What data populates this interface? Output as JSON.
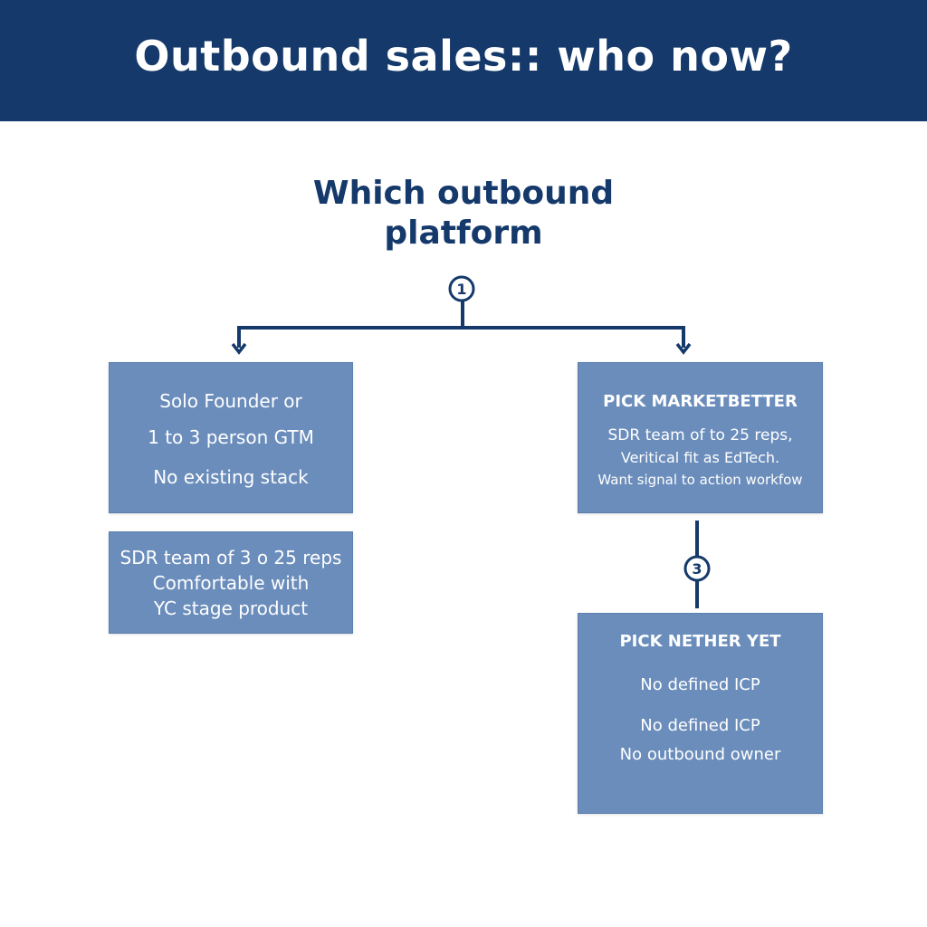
{
  "banner": {
    "title": "Outbound sales:: who now?"
  },
  "question": {
    "line1": "Which outbound",
    "line2": "platform"
  },
  "steps": {
    "first": "1",
    "second": "3"
  },
  "boxes": {
    "solo": {
      "lines": [
        "Solo Founder or",
        "1 to 3 person GTM",
        "No existing stack"
      ]
    },
    "sdr_small": {
      "lines": [
        "SDR team of 3 o 25 reps",
        "Comfortable with",
        "YC stage product"
      ]
    },
    "marketbetter": {
      "lines": [
        "PICK MARKETBETTER",
        "SDR team of to 25 reps,",
        "Veritical fit as EdTech.",
        "Want signal to action workfow"
      ]
    },
    "neither": {
      "lines": [
        "PICK NETHER YET",
        "No defined ICP",
        "No defined ICP",
        "No outbound owner"
      ]
    }
  },
  "colors": {
    "banner": "#14396a",
    "box_fill": "#6b8dbb",
    "connector": "#14396a",
    "text_on_box": "#ffffff"
  }
}
